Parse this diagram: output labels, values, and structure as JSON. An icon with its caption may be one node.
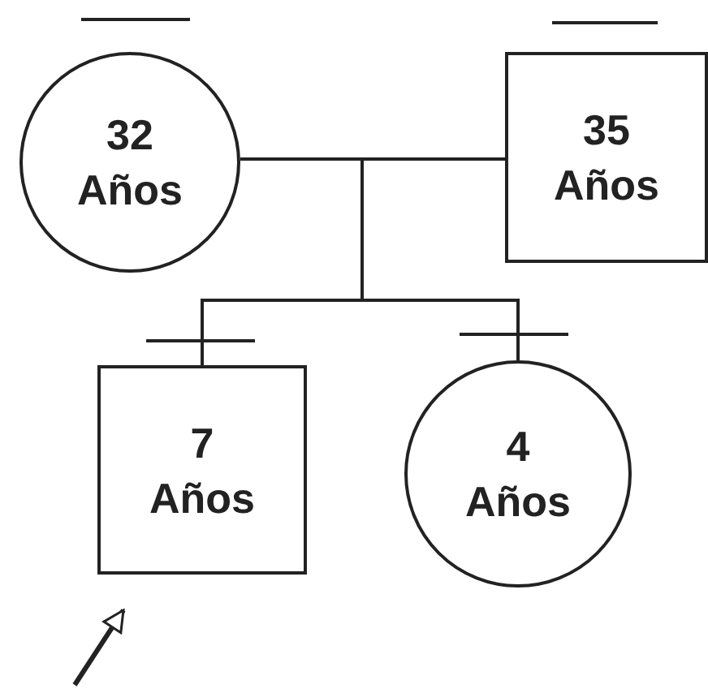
{
  "diagram": {
    "nodes": [
      {
        "text": [
          "32 Años"
        ]
      },
      {
        "text": [
          "35 Años"
        ]
      },
      {
        "text": [
          "7 Años"
        ]
      },
      {
        "text": [
          "4 Años"
        ]
      }
    ],
    "edges": [
      {
        "from": 0,
        "to": 1,
        "arrow": "none"
      },
      {
        "from": 0,
        "to": 2,
        "arrow": "none"
      },
      {
        "from": 0,
        "to": 3,
        "arrow": "none"
      },
      {
        "from": 1,
        "to": 2,
        "arrow": "none"
      },
      {
        "from": 1,
        "to": 3,
        "arrow": "none"
      },
      {
        "from": null,
        "to": 2,
        "arrow": "to"
      }
    ]
  }
}
